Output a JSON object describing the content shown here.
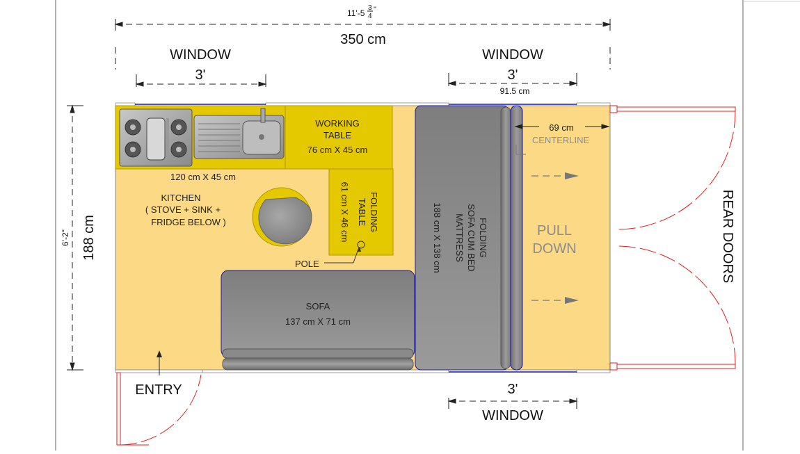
{
  "dimensions": {
    "overall_length_imperial": "11'-5",
    "overall_length_fraction_num": "3",
    "overall_length_fraction_den": "4",
    "overall_length_inch_mark": "\"",
    "overall_length_metric": "350 cm",
    "width_imperial": "6'-2\"",
    "width_metric": "188 cm",
    "window_top_left_label": "WINDOW",
    "window_top_left_size": "3'",
    "window_top_right_label": "WINDOW",
    "window_top_right_size": "3'",
    "window_top_right_metric": "91.5 cm",
    "window_bottom_label": "WINDOW",
    "window_bottom_size": "3'"
  },
  "labels": {
    "working_table_line1": "WORKING",
    "working_table_line2": "TABLE",
    "working_table_size": "76 cm X 45 cm",
    "kitchen_size": "120 cm X 45 cm",
    "kitchen_line1": "KITCHEN",
    "kitchen_line2": "( STOVE + SINK +",
    "kitchen_line3": "FRIDGE BELOW )",
    "folding_table_line1": "FOLDING",
    "folding_table_line2": "TABLE",
    "folding_table_size": "61 cm X 46 cm",
    "pole": "POLE",
    "sofa": "SOFA",
    "sofa_size": "137 cm X 71 cm",
    "bed_line1": "FOLDING",
    "bed_line2": "SOFA CUM BED",
    "bed_line3": "MATTRESS",
    "bed_size": "188 cm X 138 cm",
    "centerline_distance": "69 cm",
    "centerline": "CENTERLINE",
    "pull_line1": "PULL",
    "pull_line2": "DOWN",
    "rear_doors": "REAR DOORS",
    "entry": "ENTRY"
  },
  "colors": {
    "floor": "#fbd985",
    "counter_yellow": "#e4c800",
    "counter_dark": "#c4a600",
    "furniture_gray": "#8e8e8e",
    "outline_blue": "#1a1aa8",
    "door_red": "#e02020",
    "centerline_gray": "#8c8c8c"
  }
}
